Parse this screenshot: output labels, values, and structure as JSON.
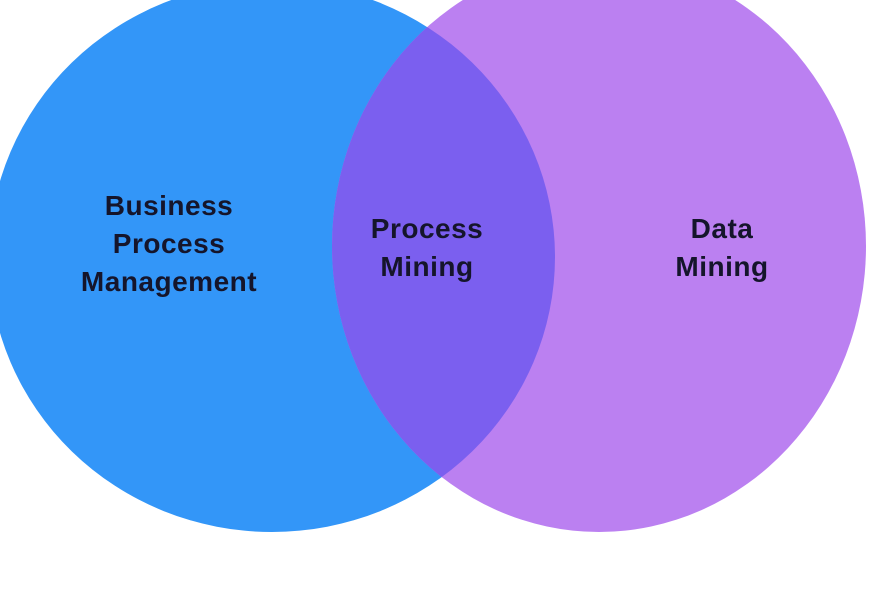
{
  "diagram": {
    "type": "venn",
    "background": "#FFFFFF",
    "text_color": "#15152B",
    "left_set": {
      "label": "Business Process Management",
      "label_lines": [
        "Business",
        "Process",
        "Management"
      ],
      "color": "#3396F8"
    },
    "right_set": {
      "label": "Data Mining",
      "label_lines": [
        "Data",
        "Mining"
      ],
      "color": "#BB80F1"
    },
    "intersection": {
      "label": "Process Mining",
      "label_lines": [
        "Process",
        "Mining"
      ],
      "color": "#7B5FEF"
    }
  }
}
